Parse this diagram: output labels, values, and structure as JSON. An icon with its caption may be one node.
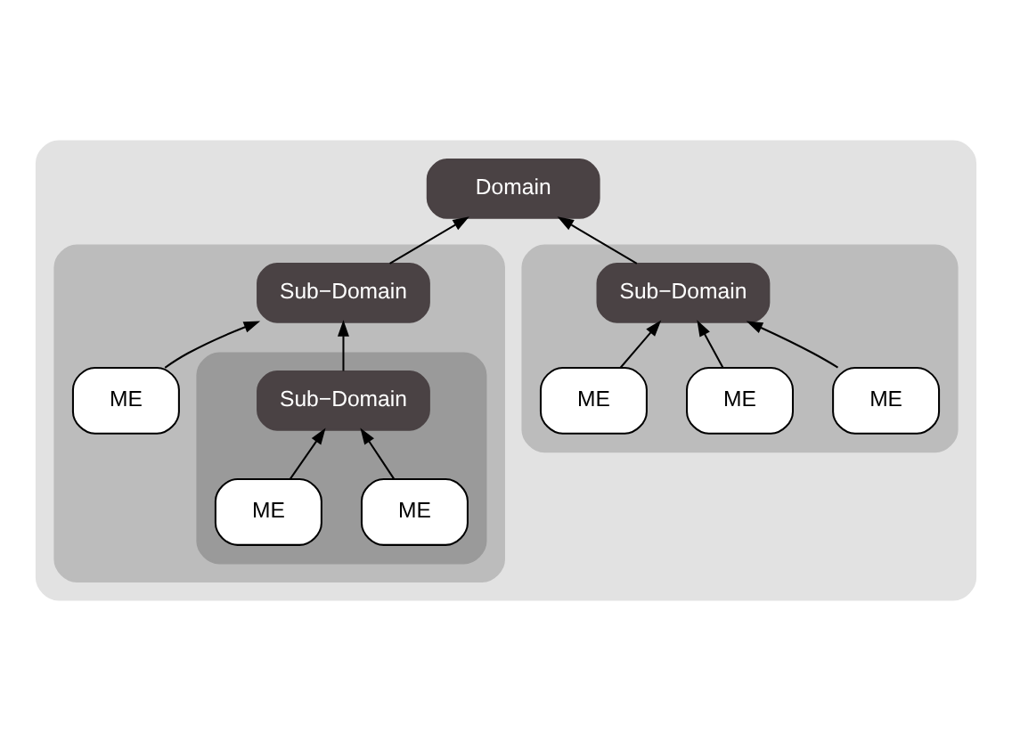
{
  "diagram": {
    "nodes": [
      {
        "text": [],
        "shape": "box"
      },
      {
        "text": [
          "Domain"
        ],
        "in": 0
      },
      {
        "text": [],
        "shape": "box",
        "in": 0
      },
      {
        "text": [
          "Sub−Domain"
        ],
        "in": 2
      },
      {
        "text": [
          "ME"
        ],
        "in": 2
      },
      {
        "text": [
          "ME"
        ],
        "in": 2
      },
      {
        "text": [
          "ME"
        ],
        "in": 2
      },
      {
        "text": [],
        "shape": "box",
        "in": 0
      },
      {
        "text": [
          "Sub−Domain"
        ],
        "in": 7
      },
      {
        "text": [
          "ME"
        ],
        "in": 7
      },
      {
        "text": [],
        "shape": "box",
        "in": 7
      },
      {
        "text": [
          "Sub−Domain"
        ],
        "in": 10
      },
      {
        "text": [
          "ME"
        ],
        "in": 10
      },
      {
        "text": [
          "ME"
        ],
        "in": 10
      }
    ],
    "edges": [
      {
        "from": 3,
        "to": 1,
        "arrow": "to"
      },
      {
        "from": 8,
        "to": 1,
        "arrow": "to"
      },
      {
        "from": 5,
        "to": 3,
        "arrow": "to"
      },
      {
        "from": 4,
        "to": 3,
        "arrow": "to"
      },
      {
        "from": 6,
        "to": 3,
        "arrow": "to"
      },
      {
        "from": 9,
        "to": 8,
        "arrow": "to"
      },
      {
        "from": 11,
        "to": 8,
        "arrow": "to"
      },
      {
        "from": 12,
        "to": 11,
        "arrow": "to"
      },
      {
        "from": 13,
        "to": 11,
        "arrow": "to"
      }
    ]
  }
}
